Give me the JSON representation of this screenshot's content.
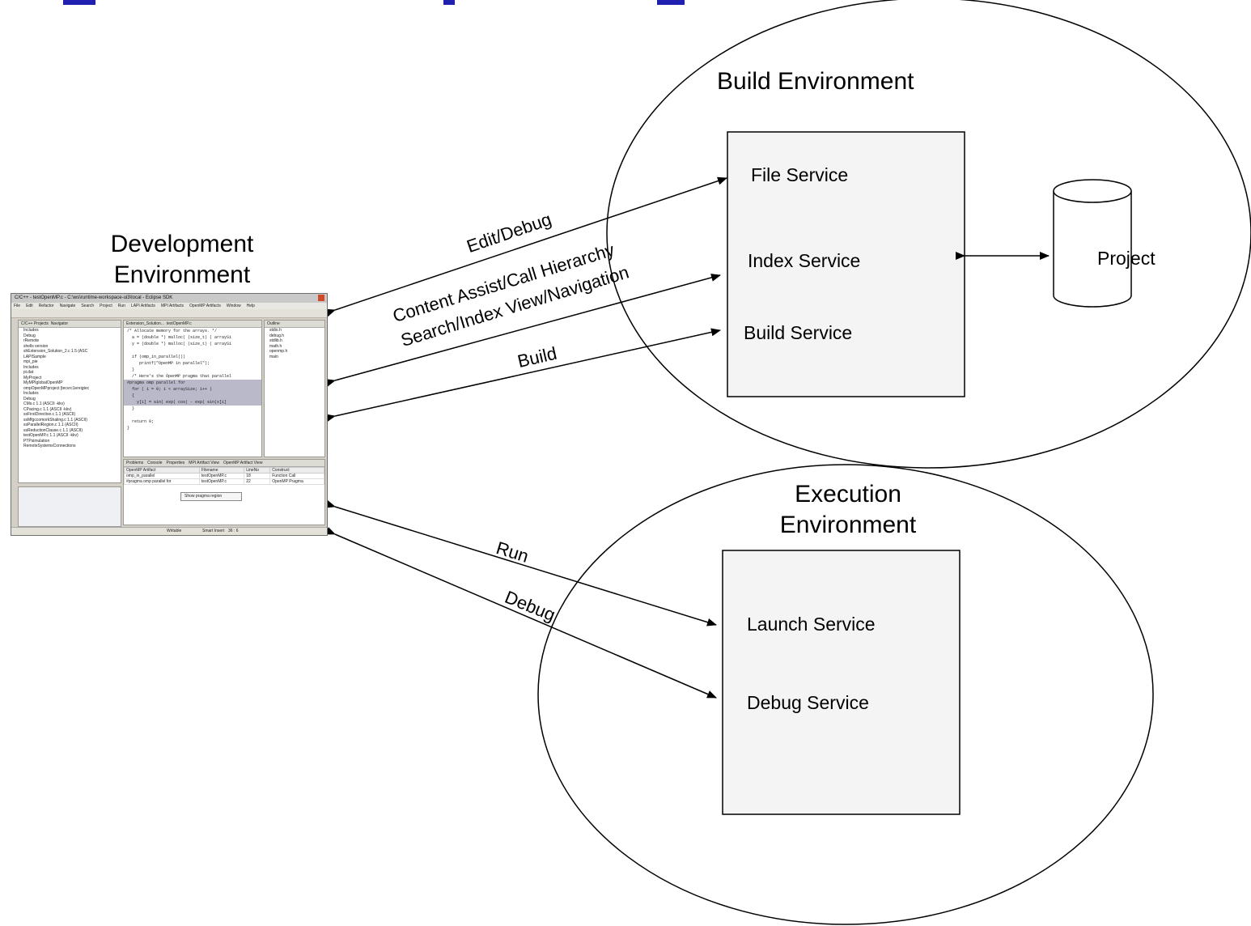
{
  "nodes": {
    "development": {
      "line1": "Development",
      "line2": "Environment"
    },
    "build_env": {
      "title": "Build Environment"
    },
    "execution_env": {
      "line1": "Execution",
      "line2": "Environment"
    },
    "file_service": "File Service",
    "index_service": "Index Service",
    "build_service": "Build Service",
    "project": "Project",
    "launch_service": "Launch Service",
    "debug_service": "Debug Service"
  },
  "edges": {
    "edit_debug": "Edit/Debug",
    "content_assist": "Content Assist/Call Hierarchy",
    "search_index": "Search/Index View/Navigation",
    "build": "Build",
    "run": "Run",
    "debug": "Debug"
  },
  "ide": {
    "window_title": "C/C++ - testOpenMP.c - C:\\ws\\runtime-workspace-ui3\\local - Eclipse SDK",
    "menu": [
      "File",
      "Edit",
      "Refactor",
      "Navigate",
      "Search",
      "Project",
      "Run",
      "LAPI Artifacts",
      "MPI Artifacts",
      "OpenMP Artifacts",
      "Window",
      "Help"
    ],
    "left_tabs": [
      "C/C++ Projects",
      "Navigator"
    ],
    "editor_tabs": [
      "Extension_Solution...",
      "testOpenMP.c"
    ],
    "outline_tab": "Outline",
    "tree_items": [
      "Includes",
      "Debug",
      "rRemote",
      "shells version",
      "shExtension_Solution_2.c 1.5 (ASC",
      "LAPISample",
      "mpi_pie",
      "Includes",
      "pi.dat",
      "MyProject",
      "MyMPIglobalOpenMP",
      "ompOpenMPproject [tecvrc1ereigtec",
      "Includes",
      "Debug",
      "CMs.c 1.1 (ASCII -kkv)",
      "CPacing.c 1.1 (ASCII -kkv)",
      "ssFirstDirective.c 1.1 (ASCII)",
      "ssMfgccomorkShaling.c 1.1 (ASCII)",
      "ssParallelRegion.c 1.1 (ASCII)",
      "ssReductionClause.c 1.1 (ASCII)",
      "testOpenMP.c 1.1 (ASCII -kkv)",
      "PTPsimulation",
      "RemoteSystemsConnections"
    ],
    "code_lines": [
      "/* Allocate memory for the arrays. */",
      "  a = (double *) malloc( (size_t) ( arraySi",
      "  y = (double *) malloc( (size_t) ( arraySi",
      "",
      "  if (omp_in_parallel())",
      "     printf(\"OpenMP in parallel\");",
      "  }",
      "  /* Here's the OpenMP pragma that parallel",
      "#pragma omp parallel for",
      "  for ( i = 0; i < arraySize; i++ )",
      "  {",
      "    y[i] = sin( exp( cos( - exp( sin(x[i]",
      "  }",
      "",
      "  return 0;",
      "}"
    ],
    "outline_items": [
      "stdio.h",
      "debug.h",
      "stdlib.h",
      "math.h",
      "openmp.h",
      "main"
    ],
    "bottom_tabs": [
      "Problems",
      "Console",
      "Properties",
      "MPI Artifact View",
      "OpenMP Artifact View"
    ],
    "table_headers": [
      "OpenMP Artifact",
      "Filename",
      "LineNo",
      "Construct"
    ],
    "table_rows": [
      [
        "omp_in_parallel",
        "testOpenMP.c",
        "18",
        "Function Call"
      ],
      [
        "#pragma omp parallel for",
        "testOpenMP.c",
        "22",
        "OpenMP Pragma"
      ]
    ],
    "context_menu_item": "Show pragma region",
    "status": [
      "Writable",
      "Smart Insert",
      "36 : 6"
    ]
  },
  "colors": {
    "line": "#000000",
    "service_fill": "#f4f4f4",
    "title_fragment": "#1f1fb0"
  }
}
